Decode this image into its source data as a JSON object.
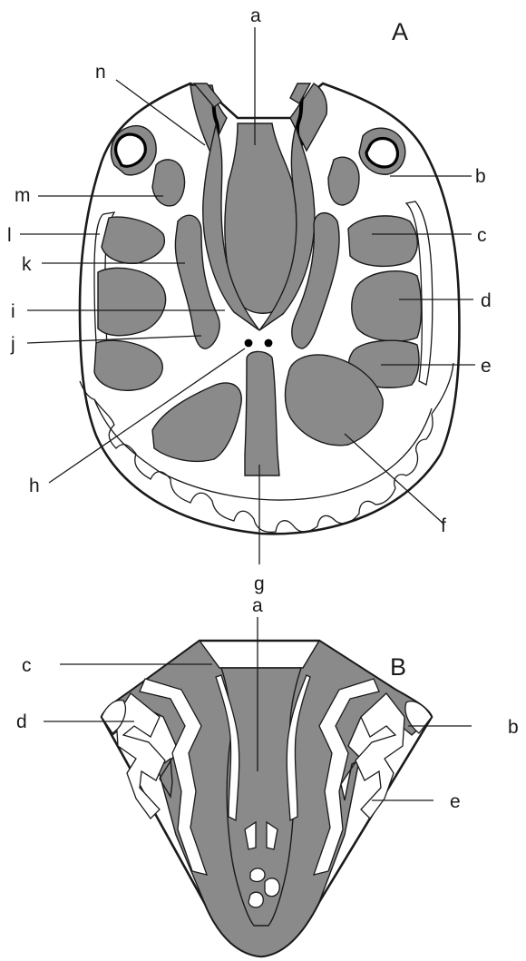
{
  "panelA": {
    "title": "A",
    "labels": {
      "a": "a",
      "b": "b",
      "c": "c",
      "d": "d",
      "e": "e",
      "f": "f",
      "g": "g",
      "h": "h",
      "i": "i",
      "j": "j",
      "k": "k",
      "l": "l",
      "m": "m",
      "n": "n"
    }
  },
  "panelB": {
    "title": "B",
    "labels": {
      "a": "a",
      "b": "b",
      "c": "c",
      "d": "d",
      "e": "e"
    }
  },
  "colors": {
    "tissue_gray": "#8a8a8a",
    "outline": "#1a1a1a",
    "background": "#ffffff"
  }
}
